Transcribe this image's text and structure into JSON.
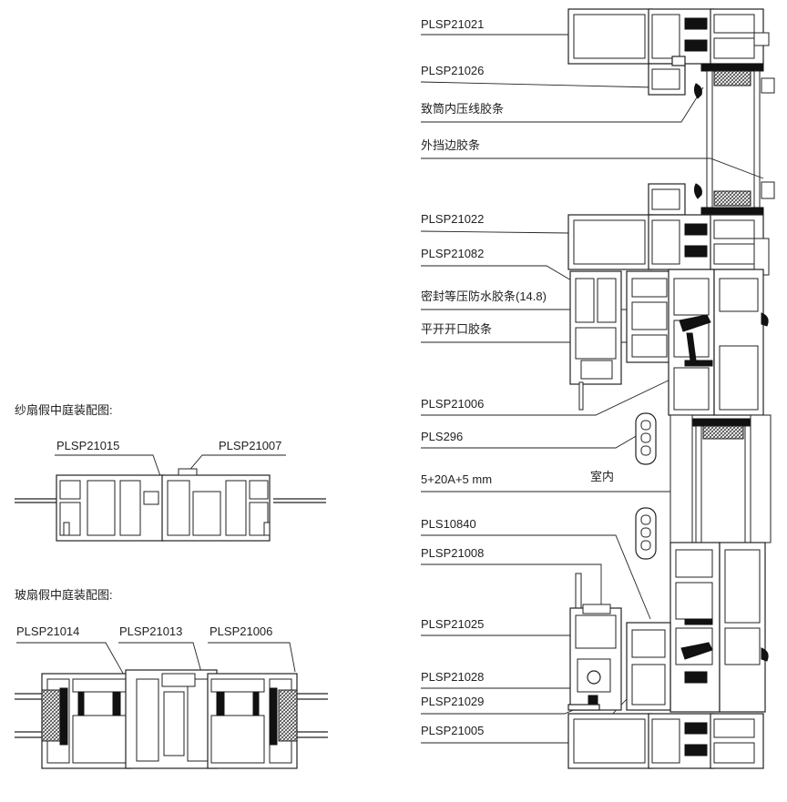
{
  "left": {
    "screen_section": {
      "title": "纱扇假中庭装配图:",
      "labels": [
        "PLSP21015",
        "PLSP21007"
      ]
    },
    "glass_section": {
      "title": "玻扇假中庭装配图:",
      "labels": [
        "PLSP21014",
        "PLSP21013",
        "PLSP21006"
      ]
    }
  },
  "right": {
    "labels": [
      "PLSP21021",
      "PLSP21026",
      "致筒内压线胶条",
      "外挡边胶条",
      "PLSP21022",
      "PLSP21082",
      "密封等压防水胶条(14.8)",
      "平开开口胶条",
      "PLSP21006",
      "PLS296",
      "5+20A+5 mm",
      "PLS10840",
      "PLSP21008",
      "PLSP21025",
      "PLSP21028",
      "PLSP21029",
      "PLSP21005"
    ],
    "indoor_label": "室内"
  }
}
